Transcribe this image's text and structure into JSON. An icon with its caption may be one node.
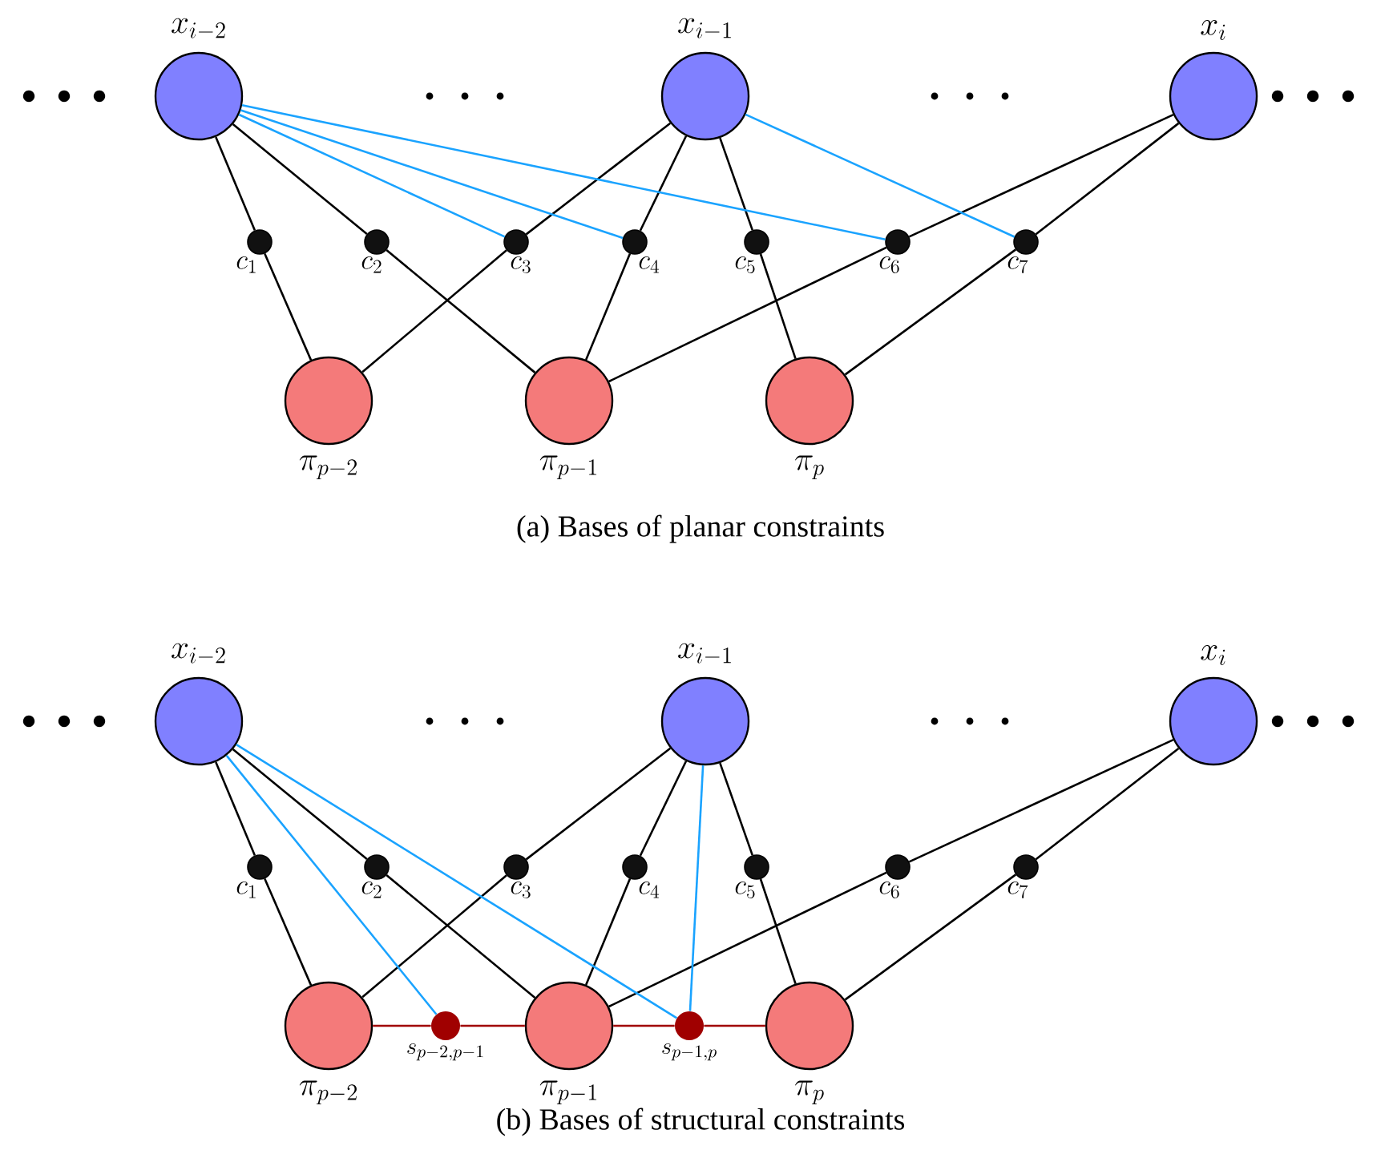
{
  "diagram": {
    "nodes": [
      {
        "text": [],
        "shape": "circle",
        "beside": [
          "x_{i-2}"
        ]
      },
      {
        "text": [],
        "shape": "circle",
        "beside": [
          "x_{i-1}"
        ]
      },
      {
        "text": [],
        "shape": "circle",
        "beside": [
          "x_{i}"
        ]
      },
      {
        "text": [],
        "shape": "circle",
        "beside": [
          "c_1"
        ]
      },
      {
        "text": [],
        "shape": "circle",
        "beside": [
          "c_2"
        ]
      },
      {
        "text": [],
        "shape": "circle",
        "beside": [
          "c_3"
        ]
      },
      {
        "text": [],
        "shape": "circle",
        "beside": [
          "c_4"
        ]
      },
      {
        "text": [],
        "shape": "circle",
        "beside": [
          "c_5"
        ]
      },
      {
        "text": [],
        "shape": "circle",
        "beside": [
          "c_6"
        ]
      },
      {
        "text": [],
        "shape": "circle",
        "beside": [
          "c_7"
        ]
      },
      {
        "text": [],
        "shape": "circle",
        "beside": [
          "\\pi_{p-2}"
        ]
      },
      {
        "text": [],
        "shape": "circle",
        "beside": [
          "\\pi_{p-1}"
        ]
      },
      {
        "text": [],
        "shape": "circle",
        "beside": [
          "\\pi_{p}"
        ]
      },
      {
        "text": [],
        "shape": "circle",
        "beside": [
          "x_{i-2}"
        ]
      },
      {
        "text": [],
        "shape": "circle",
        "beside": [
          "x_{i-1}"
        ]
      },
      {
        "text": [],
        "shape": "circle",
        "beside": [
          "x_{i}"
        ]
      },
      {
        "text": [],
        "shape": "circle",
        "beside": [
          "c_1"
        ]
      },
      {
        "text": [],
        "shape": "circle",
        "beside": [
          "c_2"
        ]
      },
      {
        "text": [],
        "shape": "circle",
        "beside": [
          "c_3"
        ]
      },
      {
        "text": [],
        "shape": "circle",
        "beside": [
          "c_4"
        ]
      },
      {
        "text": [],
        "shape": "circle",
        "beside": [
          "c_5"
        ]
      },
      {
        "text": [],
        "shape": "circle",
        "beside": [
          "c_6"
        ]
      },
      {
        "text": [],
        "shape": "circle",
        "beside": [
          "c_7"
        ]
      },
      {
        "text": [],
        "shape": "circle",
        "beside": [
          "\\pi_{p-2}"
        ]
      },
      {
        "text": [],
        "shape": "circle",
        "beside": [
          "\\pi_{p-1}"
        ]
      },
      {
        "text": [],
        "shape": "circle",
        "beside": [
          "\\pi_{p}"
        ]
      },
      {
        "text": [],
        "shape": "circle",
        "beside": [
          "s_{p-2,p-1}"
        ]
      },
      {
        "text": [],
        "shape": "circle",
        "beside": [
          "s_{p-1,p}"
        ]
      }
    ],
    "edges": [
      {
        "from": 0,
        "to": 3,
        "arrow": "none"
      },
      {
        "from": 3,
        "to": 10,
        "arrow": "none"
      },
      {
        "from": 0,
        "to": 4,
        "arrow": "none"
      },
      {
        "from": 4,
        "to": 11,
        "arrow": "none"
      },
      {
        "from": 1,
        "to": 5,
        "arrow": "none"
      },
      {
        "from": 5,
        "to": 10,
        "arrow": "none"
      },
      {
        "from": 0,
        "to": 5,
        "arrow": "none",
        "color": "#1aa3ff"
      },
      {
        "from": 1,
        "to": 6,
        "arrow": "none"
      },
      {
        "from": 6,
        "to": 11,
        "arrow": "none"
      },
      {
        "from": 0,
        "to": 6,
        "arrow": "none",
        "color": "#1aa3ff"
      },
      {
        "from": 1,
        "to": 7,
        "arrow": "none"
      },
      {
        "from": 7,
        "to": 12,
        "arrow": "none"
      },
      {
        "from": 2,
        "to": 8,
        "arrow": "none"
      },
      {
        "from": 8,
        "to": 11,
        "arrow": "none"
      },
      {
        "from": 0,
        "to": 8,
        "arrow": "none",
        "color": "#1aa3ff"
      },
      {
        "from": 2,
        "to": 9,
        "arrow": "none"
      },
      {
        "from": 9,
        "to": 12,
        "arrow": "none"
      },
      {
        "from": 1,
        "to": 9,
        "arrow": "none",
        "color": "#1aa3ff"
      },
      {
        "from": 13,
        "to": 16,
        "arrow": "none"
      },
      {
        "from": 16,
        "to": 23,
        "arrow": "none"
      },
      {
        "from": 13,
        "to": 17,
        "arrow": "none"
      },
      {
        "from": 17,
        "to": 24,
        "arrow": "none"
      },
      {
        "from": 14,
        "to": 18,
        "arrow": "none"
      },
      {
        "from": 18,
        "to": 23,
        "arrow": "none"
      },
      {
        "from": 14,
        "to": 19,
        "arrow": "none"
      },
      {
        "from": 19,
        "to": 24,
        "arrow": "none"
      },
      {
        "from": 14,
        "to": 20,
        "arrow": "none"
      },
      {
        "from": 20,
        "to": 25,
        "arrow": "none"
      },
      {
        "from": 15,
        "to": 21,
        "arrow": "none"
      },
      {
        "from": 21,
        "to": 24,
        "arrow": "none"
      },
      {
        "from": 15,
        "to": 22,
        "arrow": "none"
      },
      {
        "from": 22,
        "to": 25,
        "arrow": "none"
      },
      {
        "from": 13,
        "to": 26,
        "arrow": "none",
        "color": "#1aa3ff"
      },
      {
        "from": 13,
        "to": 27,
        "arrow": "none",
        "color": "#1aa3ff"
      },
      {
        "from": 14,
        "to": 27,
        "arrow": "none",
        "color": "#1aa3ff"
      },
      {
        "from": 23,
        "to": 26,
        "arrow": "none",
        "color": "#a00000"
      },
      {
        "from": 26,
        "to": 24,
        "arrow": "none",
        "color": "#a00000"
      },
      {
        "from": 24,
        "to": 27,
        "arrow": "none",
        "color": "#a00000"
      },
      {
        "from": 27,
        "to": 25,
        "arrow": "none",
        "color": "#a00000"
      }
    ],
    "labels": [
      "(a) Bases of planar constraints",
      "(b) Bases of structural constraints"
    ]
  }
}
